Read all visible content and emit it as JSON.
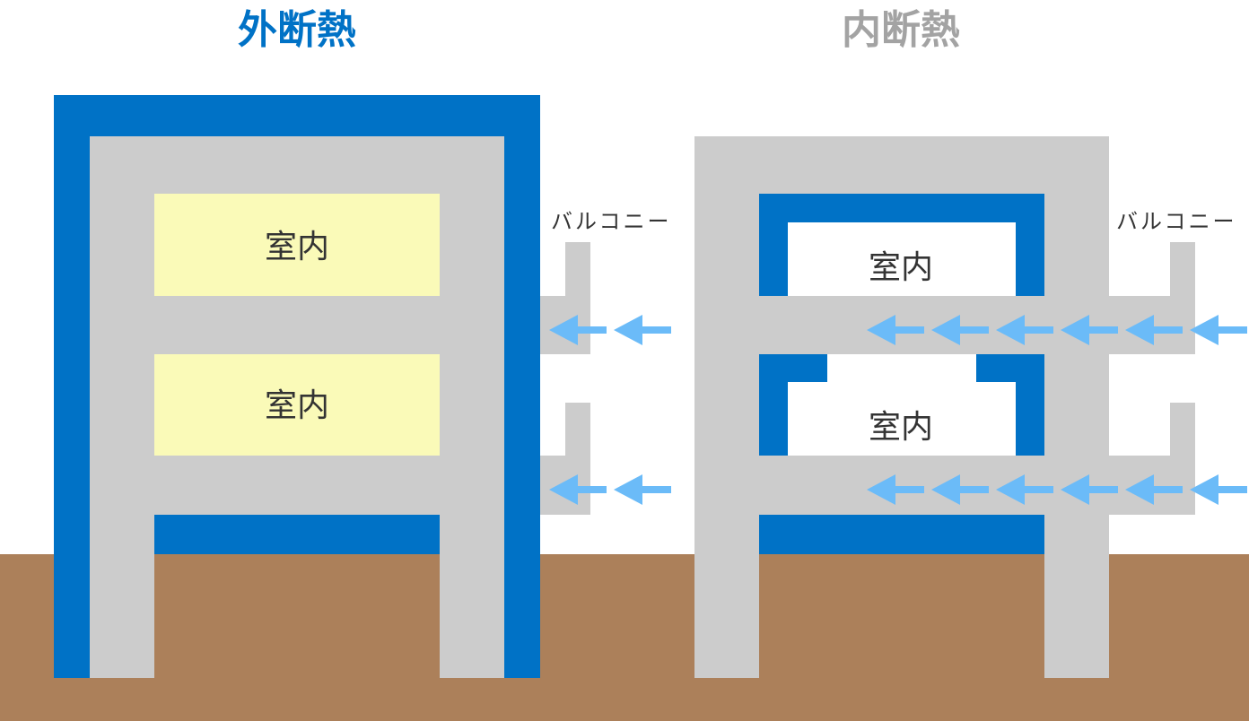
{
  "colors": {
    "insulation": "#0072C6",
    "concrete": "#CCCCCC",
    "ground": "#AC805A",
    "room_heated": "#FAFAB8",
    "room_plain": "#FFFFFF",
    "heat_flow": "#6BBBF8",
    "title_outer": "#0072C6",
    "title_inner": "#A3A3A3"
  },
  "left": {
    "title": "外断熱",
    "rooms": [
      "室内",
      "室内"
    ],
    "balcony_label": "バルコニー",
    "heat_flow_arrows_per_floor": 2
  },
  "right": {
    "title": "内断熱",
    "rooms": [
      "室内",
      "室内"
    ],
    "balcony_label": "バルコニー",
    "heat_flow_arrows_per_floor": 6
  },
  "icons": {
    "heat_flow": "arrow-left-icon"
  }
}
